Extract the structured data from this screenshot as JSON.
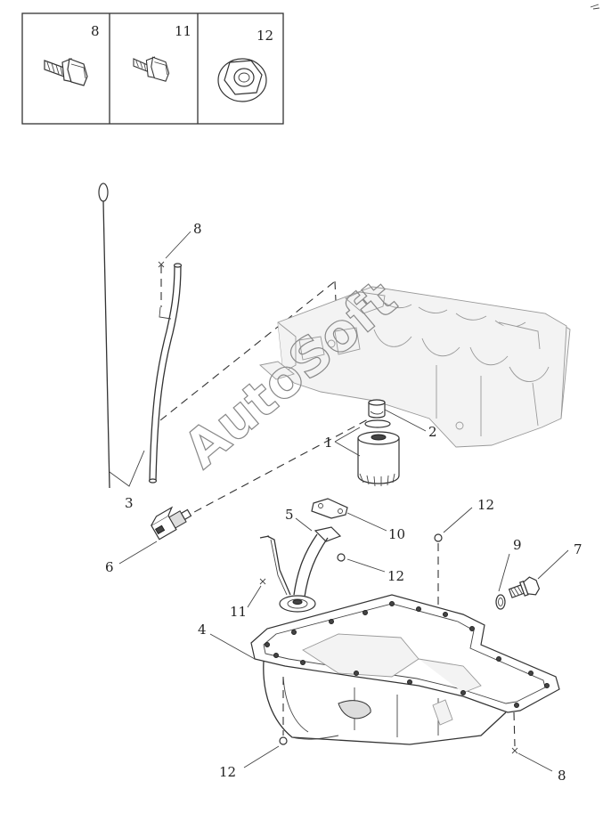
{
  "legend_boxes": [
    {
      "number": "8",
      "icon": "flange-bolt-icon"
    },
    {
      "number": "11",
      "icon": "flange-bolt-icon"
    },
    {
      "number": "12",
      "icon": "flange-nut-icon"
    }
  ],
  "callouts": {
    "c1": "1",
    "c2": "2",
    "c3": "3",
    "c4": "4",
    "c5": "5",
    "c6": "6",
    "c7": "7",
    "c8_top": "8",
    "c8_bottom": "8",
    "c9": "9",
    "c10": "10",
    "c11": "11",
    "c12_right": "12",
    "c12_mid": "12",
    "c12_bottom": "12"
  },
  "watermark": "AutoSoft"
}
